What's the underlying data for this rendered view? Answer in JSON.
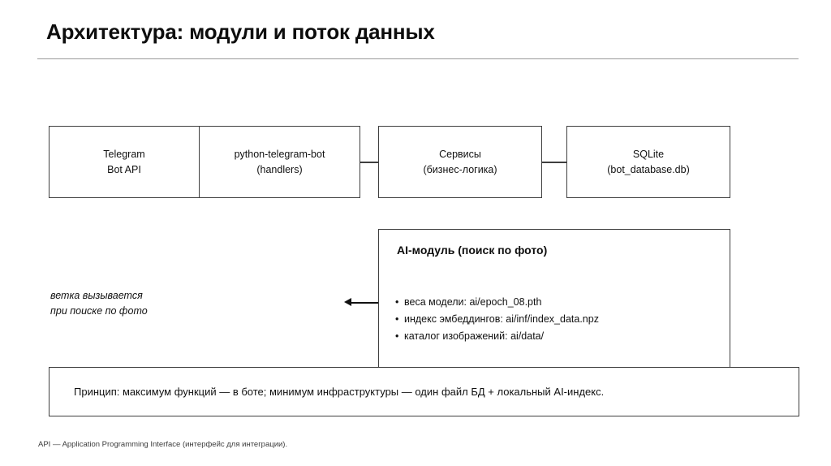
{
  "slide": {
    "title": "Архитектура: модули и поток данных",
    "footnote": "API — Application Programming Interface (интерфейс для интеграции)."
  },
  "pipeline": {
    "boxes": [
      {
        "line1": "Telegram",
        "line2": "Bot API"
      },
      {
        "line1": "python-telegram-bot",
        "line2": "(handlers)"
      },
      {
        "line1": "Сервисы",
        "line2": "(бизнес-логика)"
      },
      {
        "line1": "SQLite",
        "line2": "(bot_database.db)"
      }
    ]
  },
  "ai_module": {
    "heading": "AI-модуль (поиск по фото)",
    "items": [
      "веса модели: ai/epoch_08.pth",
      "индекс эмбеддингов: ai/inf/index_data.npz",
      "каталог изображений: ai/data/"
    ]
  },
  "annotation": {
    "line1": "ветка вызывается",
    "line2": "при поиске по фото"
  },
  "banner": {
    "text": "Принцип: максимум функций — в боте; минимум инфраструктуры — один файл БД + локальный AI-индекс."
  },
  "colors": {
    "box_border": "#3f3f3f",
    "text": "#111111",
    "rule": "#9a9a9a"
  }
}
